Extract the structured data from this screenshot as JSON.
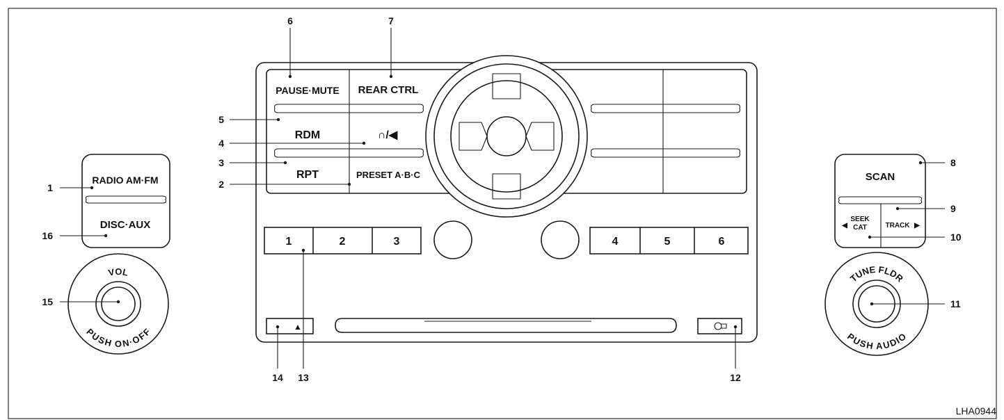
{
  "figure_ref": "LHA0944",
  "buttons": {
    "pause_mute": "PAUSE·MUTE",
    "rear_ctrl": "REAR CTRL",
    "rdm": "RDM",
    "headphone_speaker": "∩/◀",
    "rpt": "RPT",
    "preset": "PRESET A·B·C",
    "radio_am_fm": "RADIO AM·FM",
    "disc_aux": "DISC·AUX",
    "scan": "SCAN",
    "seek": "SEEK",
    "cat": "CAT",
    "track": "TRACK",
    "presets": [
      "1",
      "2",
      "3",
      "4",
      "5",
      "6"
    ],
    "eject": "▲"
  },
  "knobs": {
    "vol_top": "VOL",
    "vol_bottom": "PUSH ON·OFF",
    "tune_top": "TUNE FLDR",
    "tune_bottom": "PUSH AUDIO"
  },
  "callouts": [
    "1",
    "2",
    "3",
    "4",
    "5",
    "6",
    "7",
    "8",
    "9",
    "10",
    "11",
    "12",
    "13",
    "14",
    "15",
    "16"
  ]
}
